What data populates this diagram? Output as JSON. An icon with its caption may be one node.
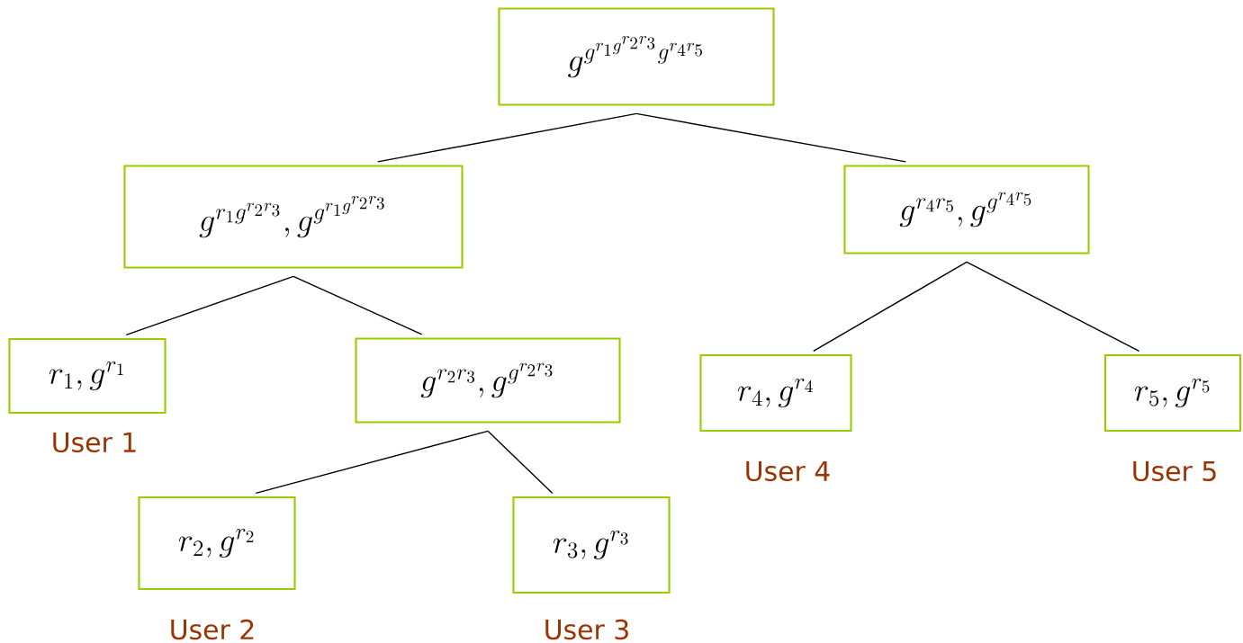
{
  "diagram": {
    "nodes": [
      {
        "text": [
          "g^{g^{r_1 g^{r_2 r_3}} g^{r_4 r_5}}"
        ]
      },
      {
        "text": [
          "g^{r_1 g^{r_2 r_3}}, g^{g^{r_1 g^{r_2 r_3}}}"
        ]
      },
      {
        "text": [
          "g^{r_4 r_5}, g^{g^{r_4 r_5}}"
        ]
      },
      {
        "text": [
          "r_1, g^{r_1}"
        ],
        "beside": [
          "User 1"
        ]
      },
      {
        "text": [
          "g^{r_2 r_3}, g^{g^{r_2 r_3}}"
        ]
      },
      {
        "text": [
          "r_4, g^{r_4}"
        ],
        "beside": [
          "User 4"
        ]
      },
      {
        "text": [
          "r_5, g^{r_5}"
        ],
        "beside": [
          "User 5"
        ]
      },
      {
        "text": [
          "r_2, g^{r_2}"
        ],
        "beside": [
          "User 2"
        ]
      },
      {
        "text": [
          "r_3, g^{r_3}"
        ],
        "beside": [
          "User 3"
        ]
      }
    ],
    "edges": [
      {
        "from": 0,
        "to": 1,
        "arrow": "none"
      },
      {
        "from": 0,
        "to": 2,
        "arrow": "none"
      },
      {
        "from": 1,
        "to": 3,
        "arrow": "none"
      },
      {
        "from": 1,
        "to": 4,
        "arrow": "none"
      },
      {
        "from": 2,
        "to": 5,
        "arrow": "none"
      },
      {
        "from": 2,
        "to": 6,
        "arrow": "none"
      },
      {
        "from": 4,
        "to": 7,
        "arrow": "none"
      },
      {
        "from": 4,
        "to": 8,
        "arrow": "none"
      }
    ]
  }
}
